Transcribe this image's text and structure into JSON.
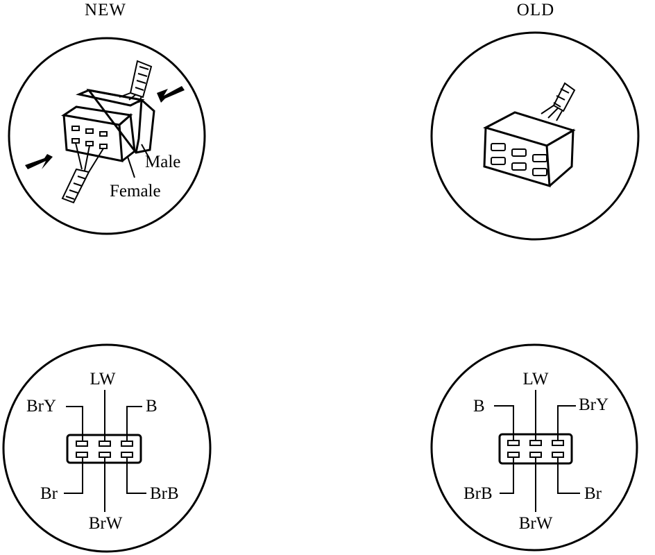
{
  "headings": {
    "new": "NEW",
    "old": "OLD"
  },
  "connector_callouts": {
    "male": "Male",
    "female": "Female"
  },
  "new_pinout": {
    "top_left": "BrY",
    "top_center": "LW",
    "top_right": "B",
    "bottom_left": "Br",
    "bottom_center": "BrW",
    "bottom_right": "BrB"
  },
  "old_pinout": {
    "top_left": "B",
    "top_center": "LW",
    "top_right": "BrY",
    "bottom_left": "BrB",
    "bottom_center": "BrW",
    "bottom_right": "Br"
  }
}
